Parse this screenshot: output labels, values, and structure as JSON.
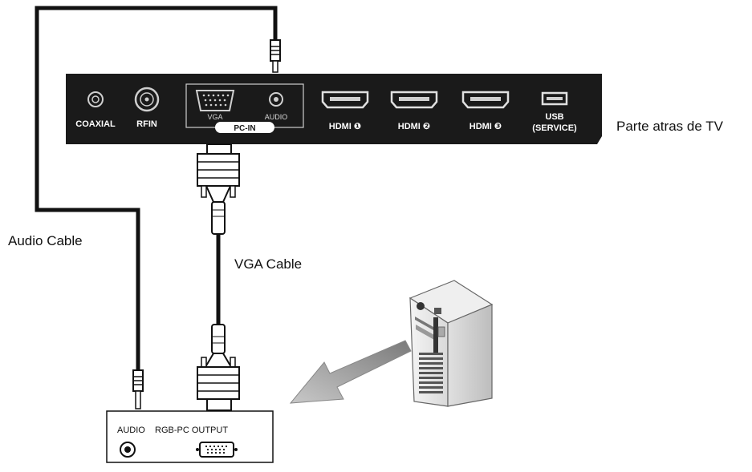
{
  "tv_panel": {
    "caption": "Parte atras de TV",
    "ports": {
      "coaxial": "COAXIAL",
      "rfin": "RFIN",
      "vga": "VGA",
      "audio": "AUDIO",
      "pc_in": "PC-IN",
      "hdmi1": "HDMI ❶",
      "hdmi2": "HDMI ❷",
      "hdmi3": "HDMI ❸",
      "usb": "USB",
      "usb_service": "(SERVICE)"
    }
  },
  "cables": {
    "audio_cable": "Audio Cable",
    "vga_cable": "VGA Cable"
  },
  "pc_panel": {
    "audio": "AUDIO",
    "rgb_pc_output": "RGB-PC OUTPUT"
  },
  "icons": {
    "computer": "computer-tower-icon",
    "arrow": "arrow-icon"
  },
  "colors": {
    "panel": "#1a1a1a",
    "cable": "#111111",
    "arrow": "#9a9a9a"
  }
}
